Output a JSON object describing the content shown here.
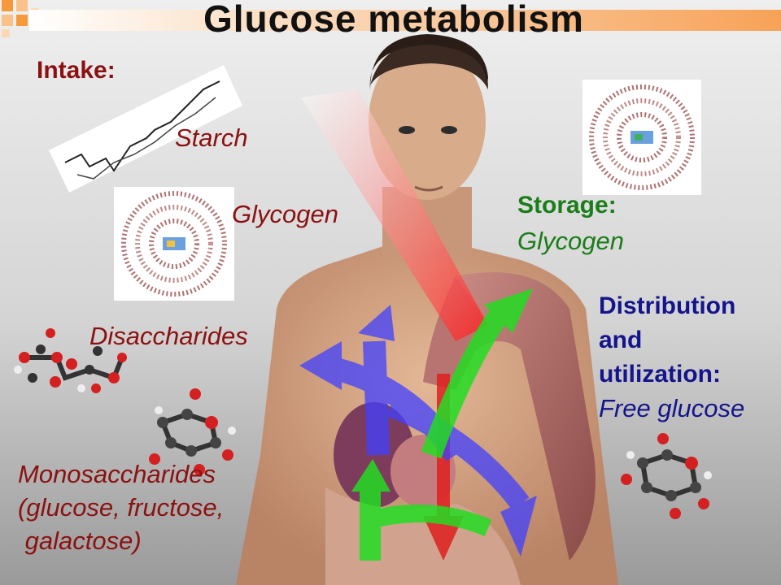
{
  "title": "Glucose metabolism",
  "intake": {
    "heading": "Intake:",
    "starch": "Starch",
    "glycogen": "Glycogen",
    "disaccharides": "Disaccharides",
    "mono_line1": "Monosaccharides",
    "mono_line2": "(glucose, fructose,",
    "mono_line3": " galactose)"
  },
  "storage": {
    "heading": "Storage:",
    "item": "Glycogen"
  },
  "distribution": {
    "line1": "Distribution",
    "line2": "and",
    "line3": "utilization:",
    "item": "Free glucose"
  },
  "colors": {
    "intake": "#8b1111",
    "storage": "#1a7d1a",
    "distribution": "#14148c",
    "arrow_red": "#e02020",
    "arrow_green": "#22dd22",
    "arrow_blue": "#4040ff",
    "accent_orange": "#f7a258"
  },
  "icons": [
    "starch-molecule-icon",
    "glycogen-molecule-icon",
    "disaccharide-molecule-icon",
    "glucose-molecule-icon",
    "human-torso-illustration"
  ]
}
